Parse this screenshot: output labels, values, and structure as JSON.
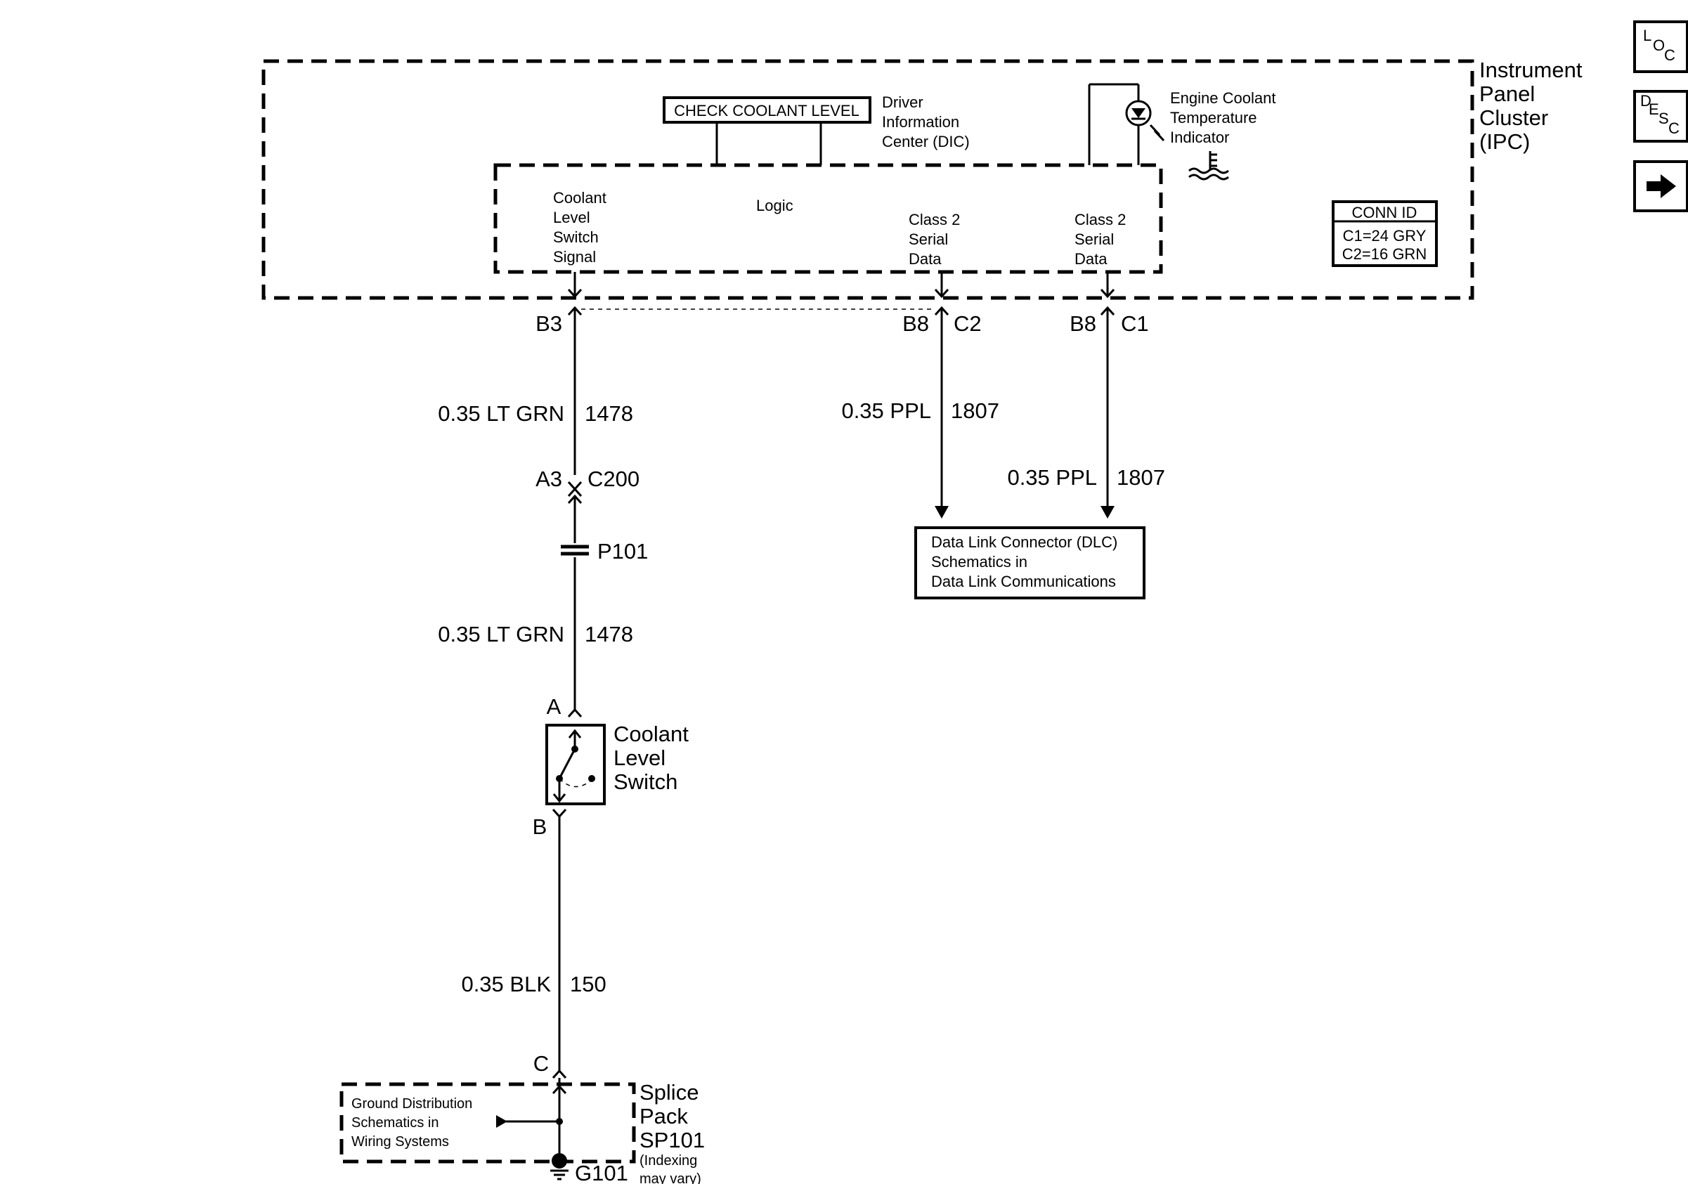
{
  "ipc": {
    "title_lines": [
      "Instrument",
      "Panel",
      "Cluster",
      "(IPC)"
    ],
    "dic_label": "CHECK COOLANT LEVEL",
    "dic_desc_lines": [
      "Driver",
      "Information",
      "Center (DIC)"
    ],
    "engine_indicator_lines": [
      "Engine Coolant",
      "Temperature",
      "Indicator"
    ],
    "conn_id_header": "CONN ID",
    "conn_id_rows": [
      "C1=24 GRY",
      "C2=16 GRN"
    ],
    "logic_label": "Logic",
    "coolant_signal_lines": [
      "Coolant",
      "Level",
      "Switch",
      "Signal"
    ],
    "class2_a_lines": [
      "Class 2",
      "Serial",
      "Data"
    ],
    "class2_b_lines": [
      "Class 2",
      "Serial",
      "Data"
    ]
  },
  "circuit_left": {
    "pin_b3": "B3",
    "wire1_label": "0.35 LT GRN",
    "wire1_circuit": "1478",
    "pin_a3": "A3",
    "conn_c200": "C200",
    "splice_p101": "P101",
    "wire2_label": "0.35 LT GRN",
    "wire2_circuit": "1478",
    "pin_a": "A",
    "switch_lines": [
      "Coolant",
      "Level",
      "Switch"
    ],
    "pin_b": "B",
    "wire3_label": "0.35 BLK",
    "wire3_circuit": "150",
    "pin_c": "C"
  },
  "circuit_mid": {
    "pin_b8": "B8",
    "conn_c2": "C2",
    "wire_label": "0.35 PPL",
    "wire_circuit": "1807"
  },
  "circuit_right": {
    "pin_b8": "B8",
    "conn_c1": "C1",
    "wire_label": "0.35 PPL",
    "wire_circuit": "1807"
  },
  "dlc": {
    "lines": [
      "Data Link Connector (DLC)",
      "Schematics in",
      "Data Link Communications"
    ]
  },
  "splice_pack": {
    "ground_dist_lines": [
      "Ground Distribution",
      "Schematics in",
      "Wiring Systems"
    ],
    "title_lines": [
      "Splice",
      "Pack",
      "SP101"
    ],
    "note_lines": [
      "(Indexing",
      "may vary)"
    ],
    "ground_label": "G101"
  },
  "nav": {
    "loc": {
      "a": "L",
      "b": "O",
      "c": "C"
    },
    "desc": {
      "a": "D",
      "b": "E",
      "c": "S",
      "d": "C"
    },
    "next_icon": "arrow-right-icon"
  }
}
